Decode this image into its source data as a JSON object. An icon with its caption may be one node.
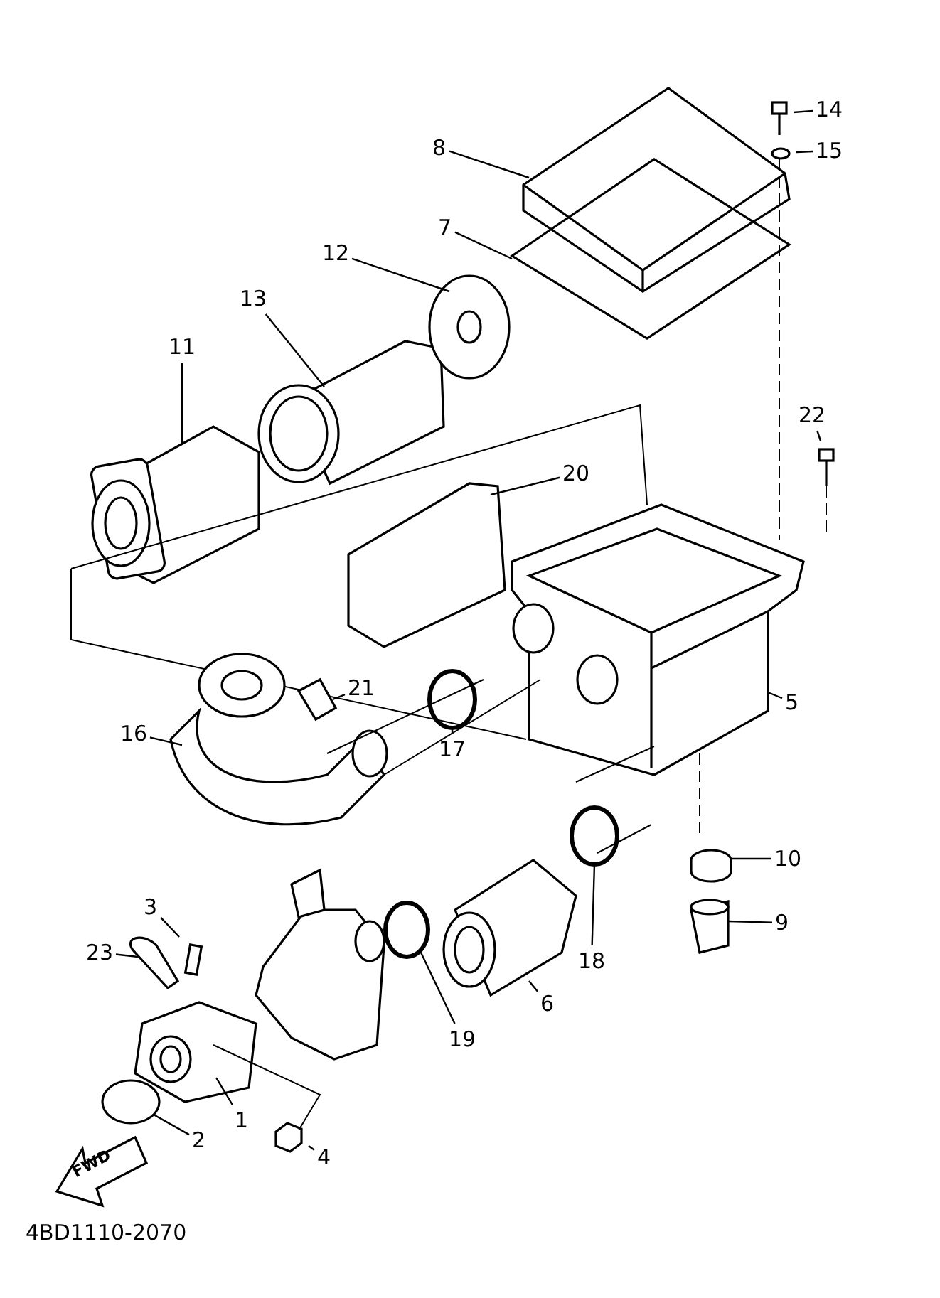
{
  "diagram": {
    "nodes": [
      {
        "text": [
          "14"
        ]
      },
      {
        "text": [
          "8"
        ]
      },
      {
        "text": [
          "15"
        ]
      },
      {
        "text": [
          "7"
        ]
      },
      {
        "text": [
          "12"
        ]
      },
      {
        "text": [
          "13"
        ]
      },
      {
        "text": [
          "11"
        ]
      },
      {
        "text": [
          "22"
        ]
      },
      {
        "text": [
          "20"
        ]
      },
      {
        "text": [
          "21"
        ]
      },
      {
        "text": [
          "5"
        ]
      },
      {
        "text": [
          "16"
        ]
      },
      {
        "text": [
          "17"
        ]
      },
      {
        "text": [
          "10"
        ]
      },
      {
        "text": [
          "3"
        ]
      },
      {
        "text": [
          "9"
        ]
      },
      {
        "text": [
          "23"
        ]
      },
      {
        "text": [
          "18"
        ]
      },
      {
        "text": [
          "6"
        ]
      },
      {
        "text": [
          "19"
        ]
      },
      {
        "text": [
          "1"
        ]
      },
      {
        "text": [
          "2"
        ]
      },
      {
        "text": [
          "4"
        ]
      }
    ],
    "edges": [
      {
        "from": 0,
        "to": null,
        "arrow": "none"
      },
      {
        "from": 1,
        "to": null,
        "arrow": "none"
      },
      {
        "from": 2,
        "to": null,
        "arrow": "none"
      },
      {
        "from": 3,
        "to": null,
        "arrow": "none"
      },
      {
        "from": 4,
        "to": null,
        "arrow": "none"
      },
      {
        "from": 5,
        "to": null,
        "arrow": "none"
      },
      {
        "from": 6,
        "to": null,
        "arrow": "none"
      },
      {
        "from": 7,
        "to": null,
        "arrow": "none"
      },
      {
        "from": 8,
        "to": null,
        "arrow": "none"
      },
      {
        "from": 9,
        "to": null,
        "arrow": "none"
      },
      {
        "from": 10,
        "to": null,
        "arrow": "none"
      },
      {
        "from": 11,
        "to": null,
        "arrow": "none"
      },
      {
        "from": 12,
        "to": null,
        "arrow": "none"
      },
      {
        "from": 13,
        "to": null,
        "arrow": "none"
      },
      {
        "from": 14,
        "to": null,
        "arrow": "none"
      },
      {
        "from": 15,
        "to": null,
        "arrow": "none"
      },
      {
        "from": 16,
        "to": null,
        "arrow": "none"
      },
      {
        "from": 17,
        "to": null,
        "arrow": "none"
      },
      {
        "from": 18,
        "to": null,
        "arrow": "none"
      },
      {
        "from": 19,
        "to": null,
        "arrow": "none"
      },
      {
        "from": 20,
        "to": null,
        "arrow": "none"
      },
      {
        "from": 21,
        "to": null,
        "arrow": "none"
      },
      {
        "from": 22,
        "to": null,
        "arrow": "none"
      }
    ],
    "labels": [
      "FWD",
      "4BD1110-2070"
    ]
  }
}
